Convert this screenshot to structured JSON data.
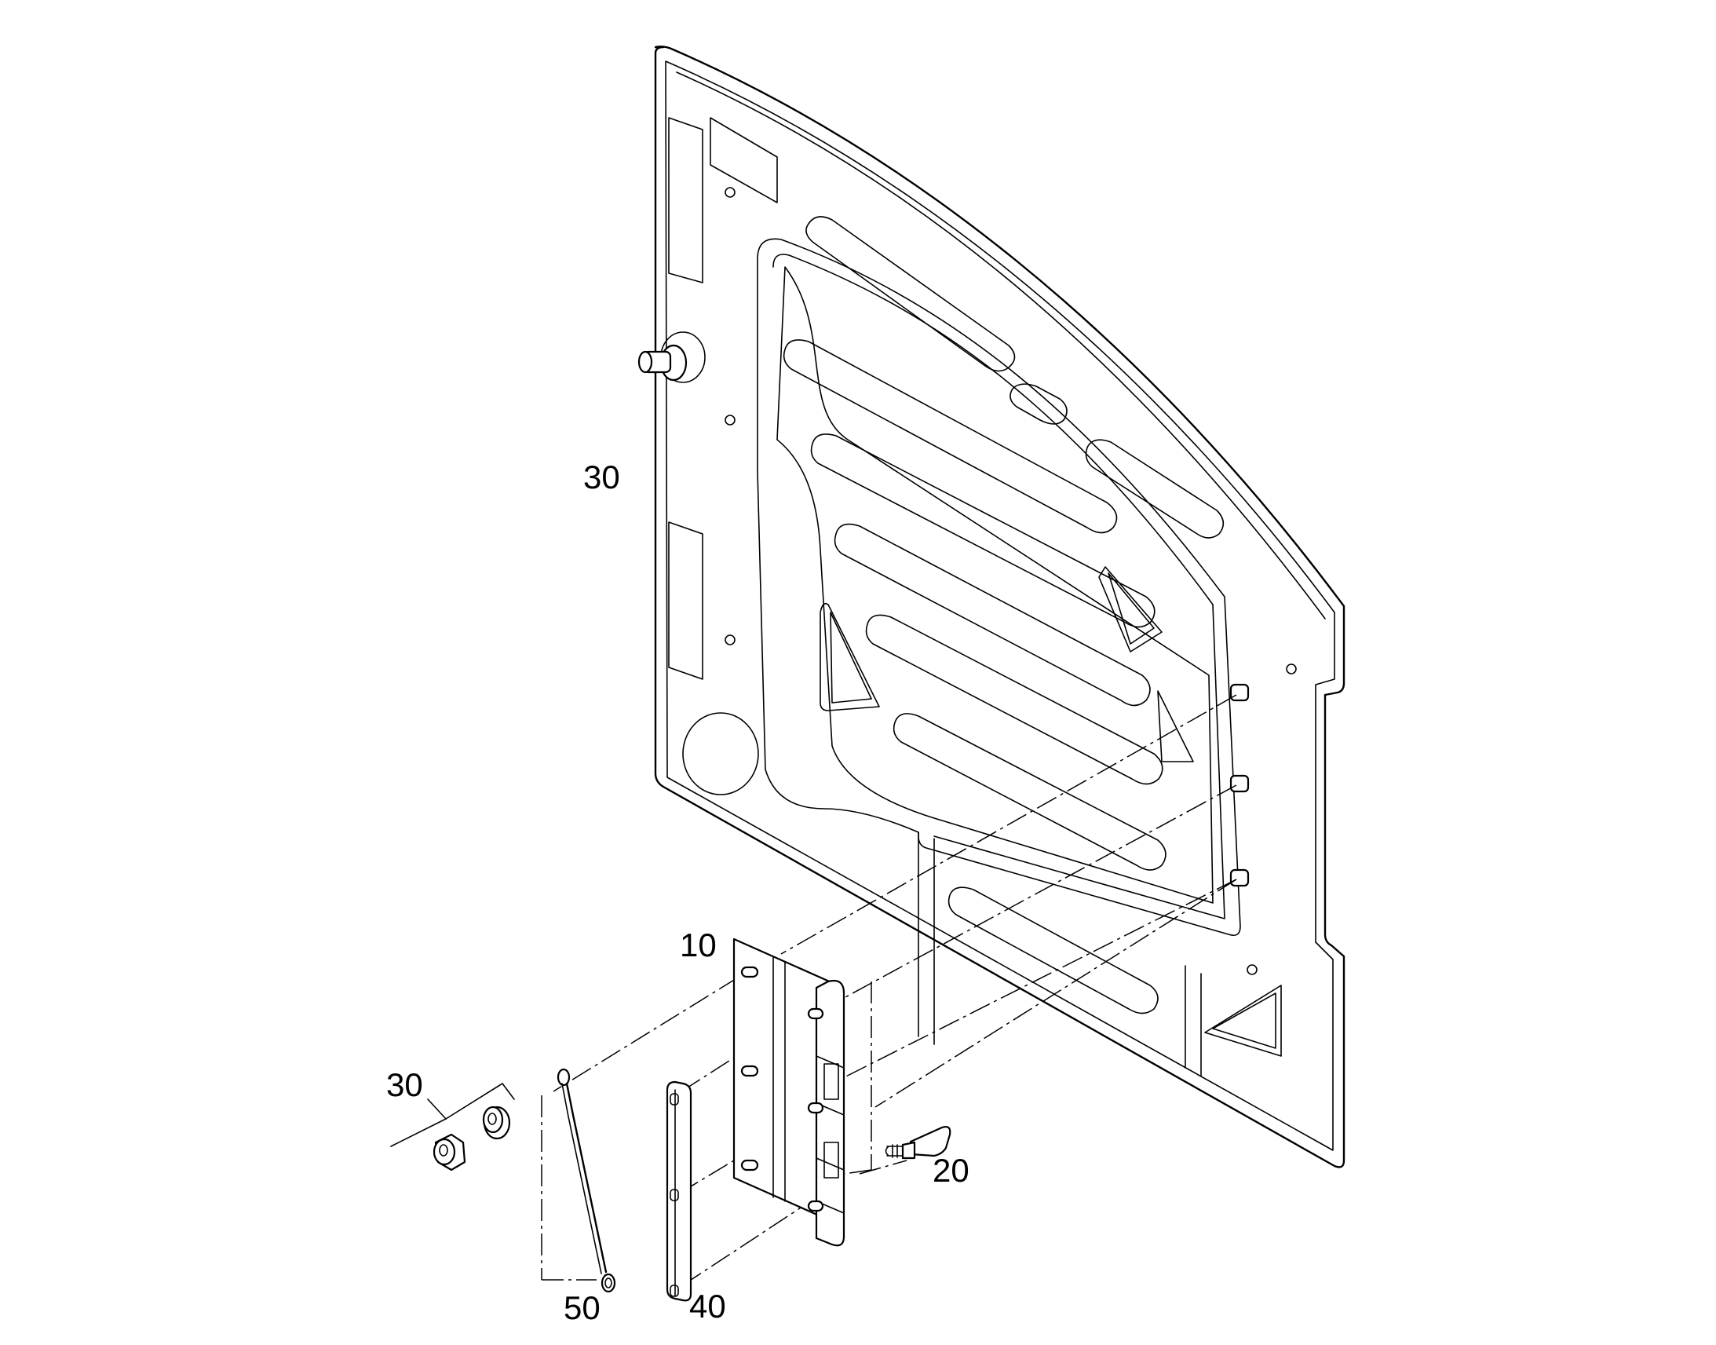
{
  "callouts": {
    "panel_top": "30",
    "hinge": "10",
    "fastener_left": "30",
    "screw": "20",
    "strap": "40",
    "cable": "50"
  }
}
